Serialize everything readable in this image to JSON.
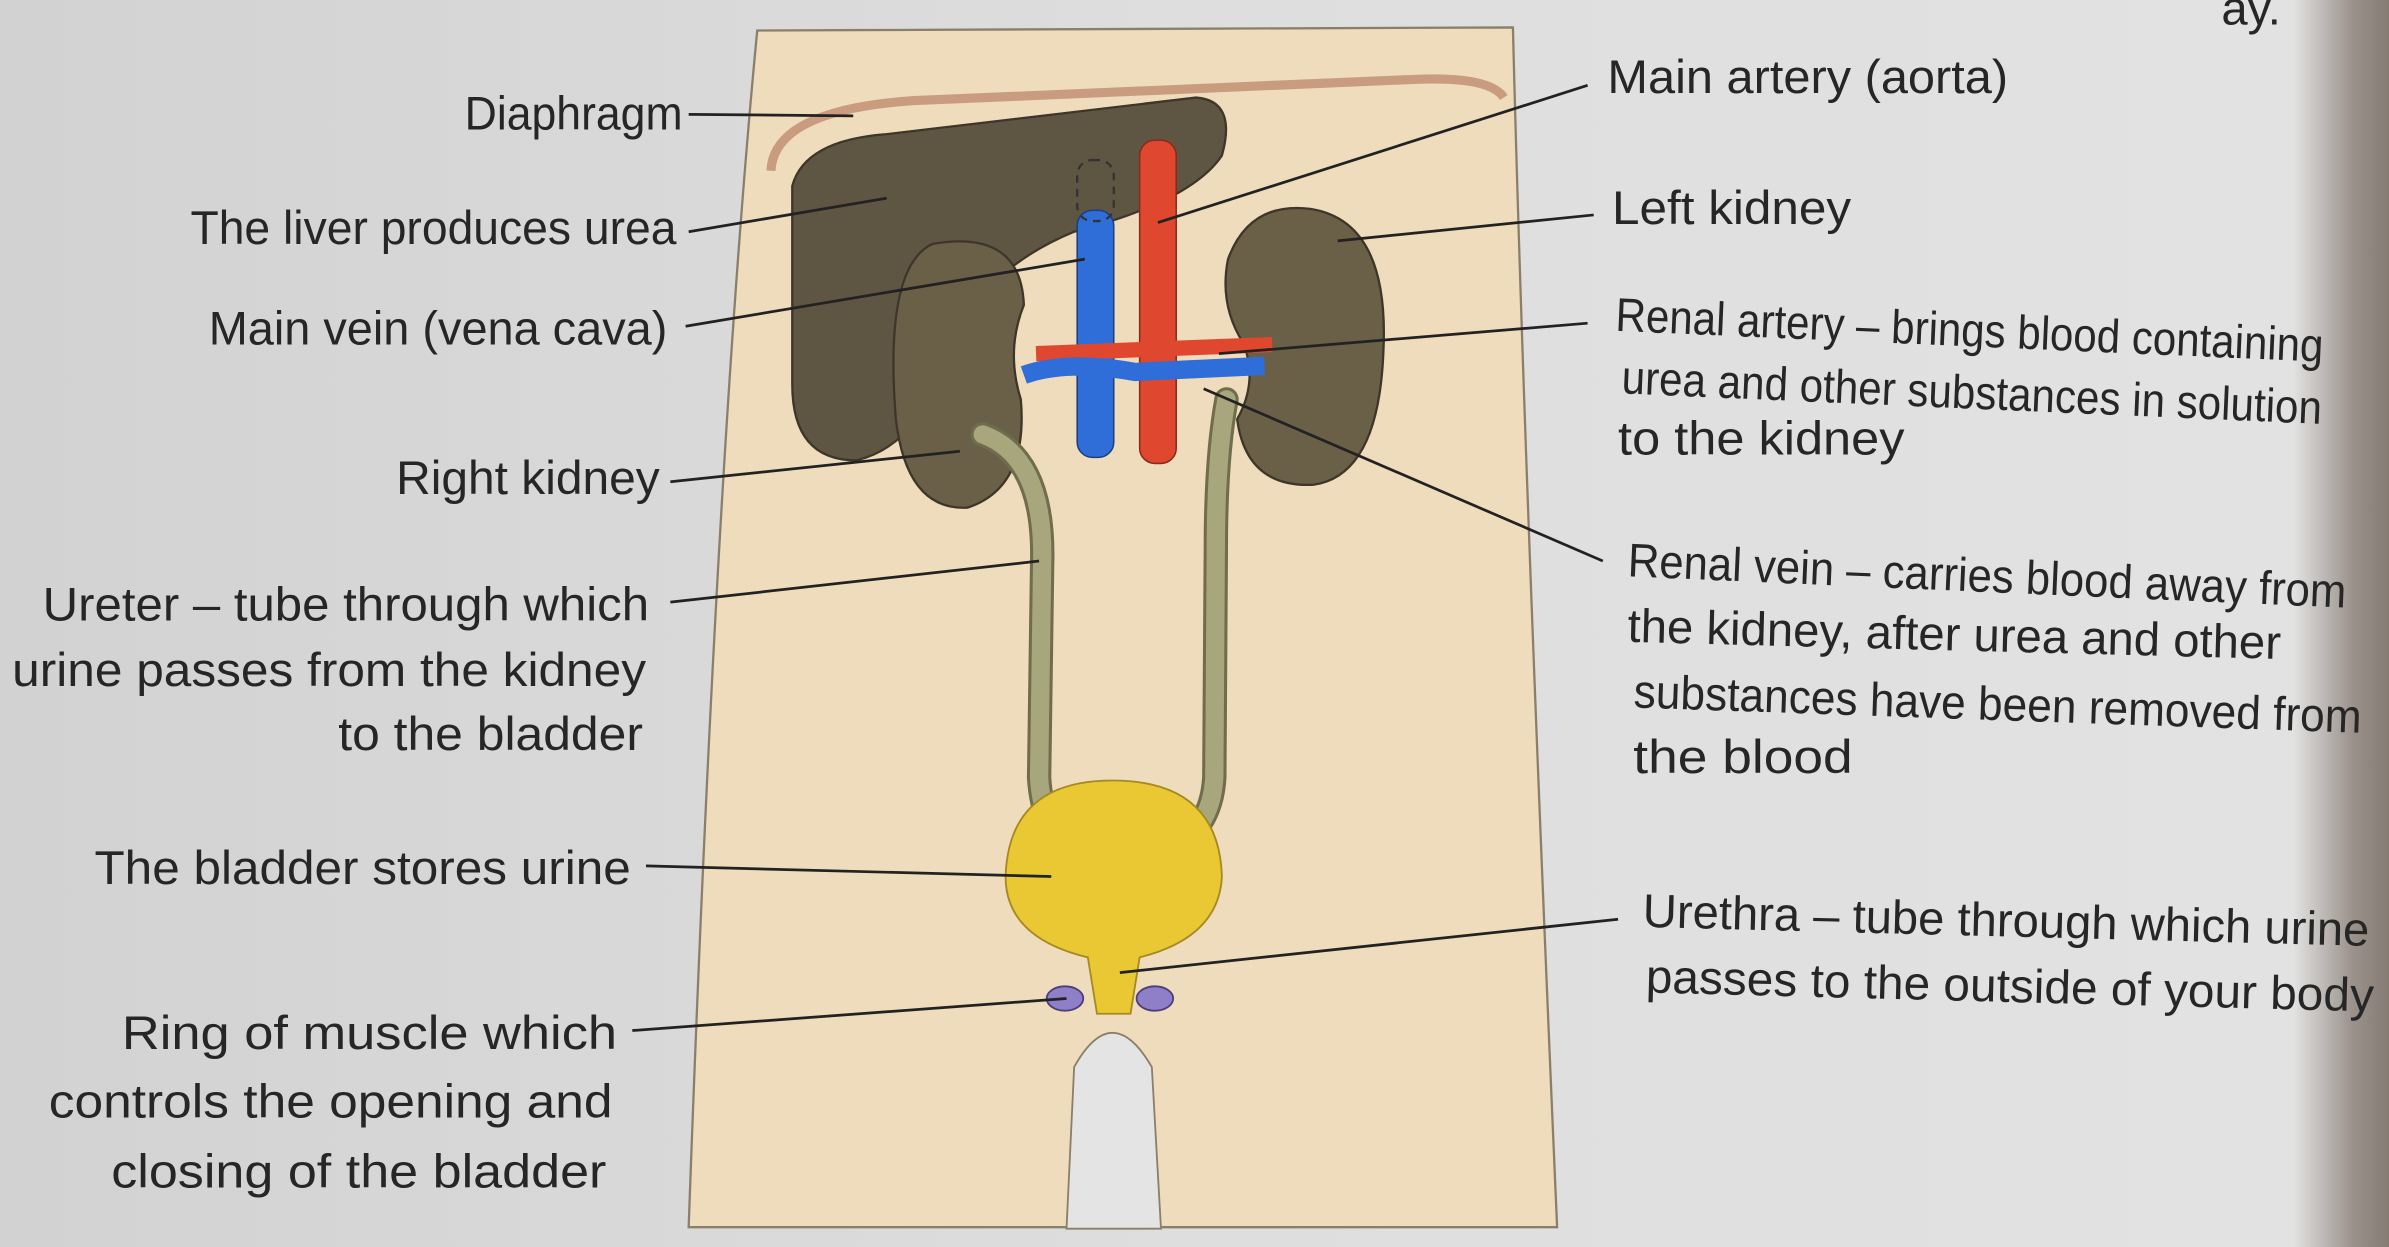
{
  "page_corner_text": "ay.",
  "labels_left": {
    "diaphragm": "Diaphragm",
    "liver": "The liver produces urea",
    "vena_cava": "Main vein (vena cava)",
    "right_kidney": "Right kidney",
    "ureter": [
      "Ureter – tube through which",
      "urine passes from the kidney",
      "to the bladder"
    ],
    "bladder": "The bladder stores urine",
    "ring_muscle": [
      "Ring of muscle which",
      "controls the opening and",
      "closing of the bladder"
    ]
  },
  "labels_right": {
    "aorta": "Main artery (aorta)",
    "left_kidney": "Left kidney",
    "renal_artery": [
      "Renal artery – brings blood containing",
      "urea and other substances in solution",
      "to the kidney"
    ],
    "renal_vein": [
      "Renal vein – carries blood away from",
      "the kidney, after urea and other",
      "substances have been removed from",
      "the blood"
    ],
    "urethra": [
      "Urethra – tube through which urine",
      "passes to the outside of your body"
    ]
  },
  "colors": {
    "body": "#efdcbc",
    "liver": "#5f5543",
    "kidney": "#6a5f47",
    "vein": "#2f6ed8",
    "artery": "#e0472f",
    "ureter": "#a8a67c",
    "bladder": "#e9c833",
    "muscle": "#8f7fc8"
  }
}
